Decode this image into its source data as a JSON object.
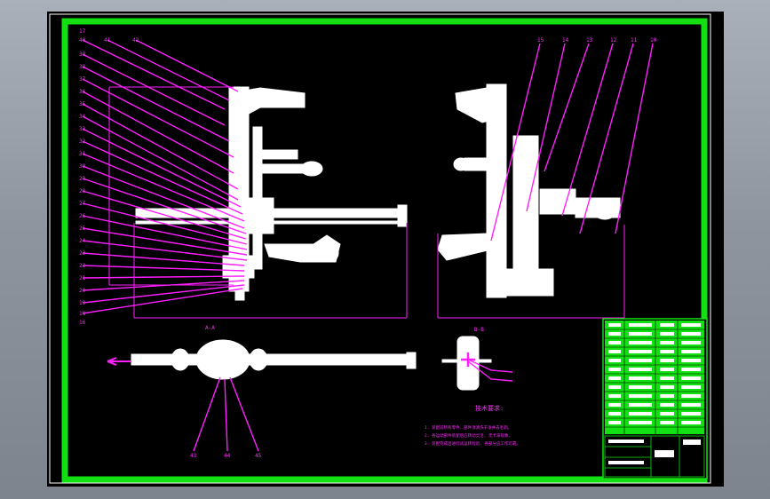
{
  "drawing": {
    "frame_color": "#12e012",
    "leader_color": "#ff1fff",
    "part_color": "#ffffff",
    "callouts_left": [
      "40",
      "39",
      "38",
      "37",
      "36",
      "35",
      "34",
      "33",
      "32",
      "31",
      "30",
      "29",
      "28",
      "27",
      "26",
      "25",
      "24",
      "23",
      "22",
      "21",
      "20",
      "19",
      "18",
      "17",
      "16"
    ],
    "callouts_top_left": [
      "41",
      "42"
    ],
    "callouts_top_right": [
      "15",
      "14",
      "13",
      "12",
      "11",
      "10"
    ],
    "callouts_bottom": [
      "43",
      "44",
      "45"
    ],
    "section_label_1": "A-A",
    "section_label_2": "B-B",
    "tech_requirements": {
      "title": "技术要求:",
      "lines": [
        "1. 装配前所有零件、部件须清洗干净并去毛刺。",
        "2. 各运动部件装配后应转动灵活, 无卡滞现象。",
        "3. 装配完成后进行试运转检验, 各部分应工作可靠。"
      ]
    }
  }
}
